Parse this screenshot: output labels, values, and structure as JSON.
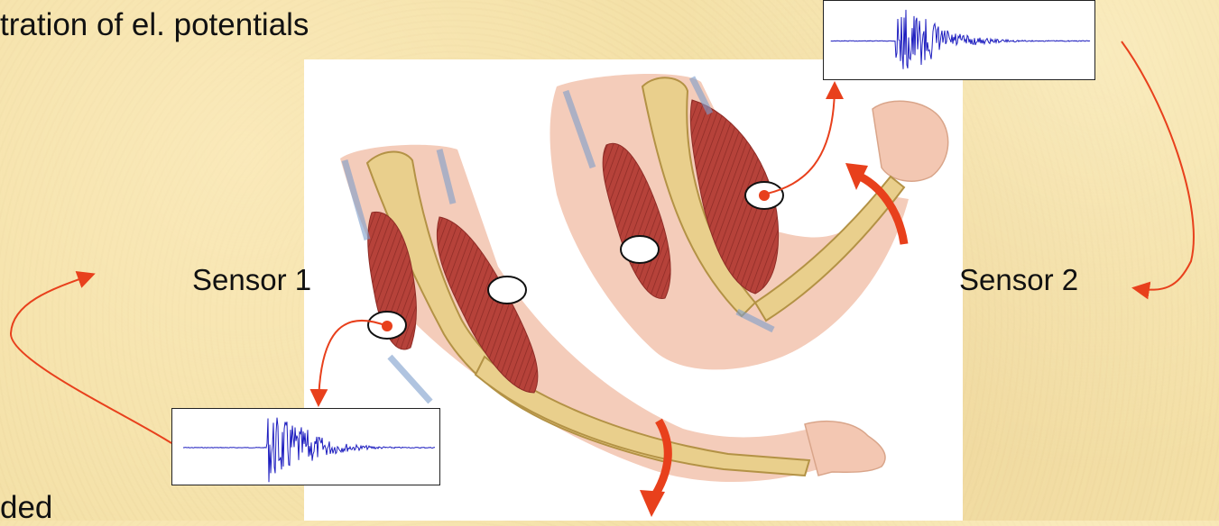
{
  "slide": {
    "title_fragment": "tration of el. potentials",
    "bottom_fragment": "ded"
  },
  "labels": {
    "sensor1": "Sensor 1",
    "sensor2": "Sensor 2"
  },
  "colors": {
    "background": "#f4e1a8",
    "arrow": "#e8401c",
    "muscle": "#b6423a",
    "bone": "#e9cf8c",
    "skin": "#f3c7b2",
    "signal": "#1d1dbf"
  },
  "icons": [
    "sensor-electrode-icon",
    "curved-arrow-icon",
    "rotation-arrow-icon"
  ]
}
